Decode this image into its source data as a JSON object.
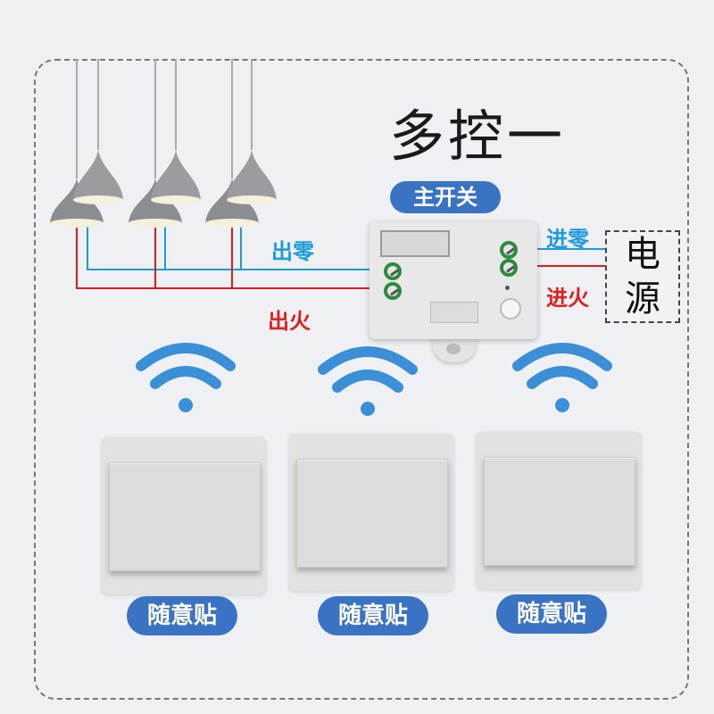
{
  "title": "多控一",
  "main_switch_label": "主开关",
  "power_label_line1": "电",
  "power_label_line2": "源",
  "labels": {
    "out_neutral": "出零",
    "out_live": "出火",
    "in_neutral": "进零",
    "in_live": "进火"
  },
  "switches": [
    {
      "tag": "随意贴"
    },
    {
      "tag": "随意贴"
    },
    {
      "tag": "随意贴"
    }
  ],
  "colors": {
    "neutral_wire": "#1e9be0",
    "live_wire": "#e01e1e",
    "accent": "#3a73c4",
    "wifi": "#3a8fd6"
  },
  "icons": [
    "pendant-lamp-icon",
    "wifi-icon",
    "wall-switch-icon",
    "receiver-module-icon",
    "terminal-screw-icon"
  ]
}
